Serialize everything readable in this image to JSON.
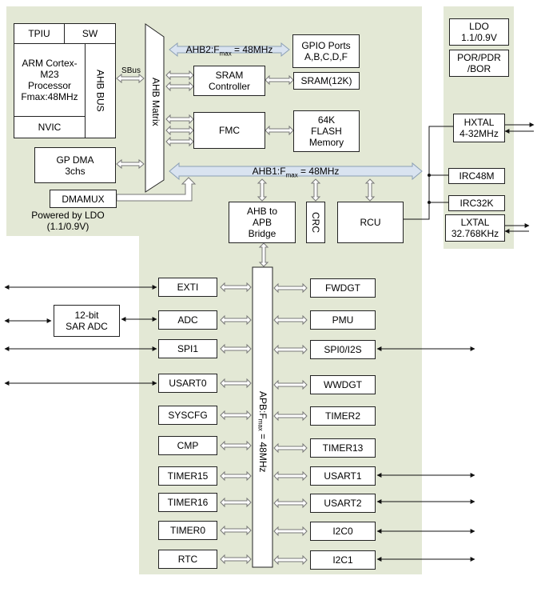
{
  "core": {
    "tpiu": "TPIU",
    "sw": "SW",
    "processor": "ARM Cortex-\nM23\nProcessor\nFmax:48MHz",
    "ahb_bus": "AHB BUS",
    "nvic": "NVIC"
  },
  "sbus": "SBus",
  "ahb_matrix": "AHB Matrix",
  "gp_dma": "GP DMA\n3chs",
  "dmamux": "DMAMUX",
  "powered_by": "Powered by LDO\n(1.1/0.9V)",
  "ahb2": {
    "pre": "AHB2:F",
    "sub": "max",
    "post": " = 48MHz"
  },
  "ahb1": {
    "pre": "AHB1:F",
    "sub": "max",
    "post": " = 48MHz"
  },
  "apb": {
    "pre": "APB:F",
    "sub": "max",
    "post": " = 48MHz"
  },
  "gpio": "GPIO Ports\nA,B,C,D,F",
  "sram_controller": "SRAM\nController",
  "sram": "SRAM(12K)",
  "fmc": "FMC",
  "flash": "64K\nFLASH\nMemory",
  "ahb_apb_bridge": "AHB to\nAPB\nBridge",
  "crc": "CRC",
  "rcu": "RCU",
  "clock": {
    "ldo": "LDO\n1.1/0.9V",
    "por": "POR/PDR\n/BOR",
    "hxtal": "HXTAL\n4-32MHz",
    "irc48m": "IRC48M",
    "irc32k": "IRC32K",
    "lxtal": "LXTAL\n32.768KHz"
  },
  "left_peripherals": [
    "EXTI",
    "ADC",
    "SPI1",
    "USART0",
    "SYSCFG",
    "CMP",
    "TIMER15",
    "TIMER16",
    "TIMER0",
    "RTC"
  ],
  "right_peripherals": [
    "FWDGT",
    "PMU",
    "SPI0/I2S",
    "WWDGT",
    "TIMER2",
    "TIMER13",
    "USART1",
    "USART2",
    "I2C0",
    "I2C1"
  ],
  "sar_adc": "12-bit\nSAR ADC",
  "colors": {
    "panel": "#e3e8d5",
    "bus_fill": "#d9e3f0",
    "bus_stroke": "#8b9fb5"
  }
}
